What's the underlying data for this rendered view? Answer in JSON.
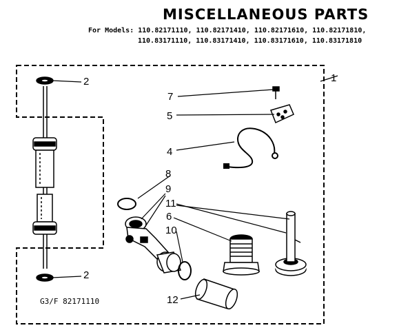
{
  "header": {
    "title": "MISCELLANEOUS PARTS",
    "models_prefix": "For Models:",
    "models_line1": "110.82171110, 110.82171410, 110.82171610, 110.82171810,",
    "models_line2": "110.83171110, 110.83171410, 110.83171610, 110.83171810"
  },
  "diagram": {
    "drawing_code": "G3/F 82171110",
    "callouts": {
      "c1": "1",
      "c2_top": "2",
      "c2_bottom": "2",
      "c4": "4",
      "c5": "5",
      "c6": "6",
      "c7": "7",
      "c8": "8",
      "c9": "9",
      "c10": "10",
      "c11": "11",
      "c12": "12"
    }
  }
}
